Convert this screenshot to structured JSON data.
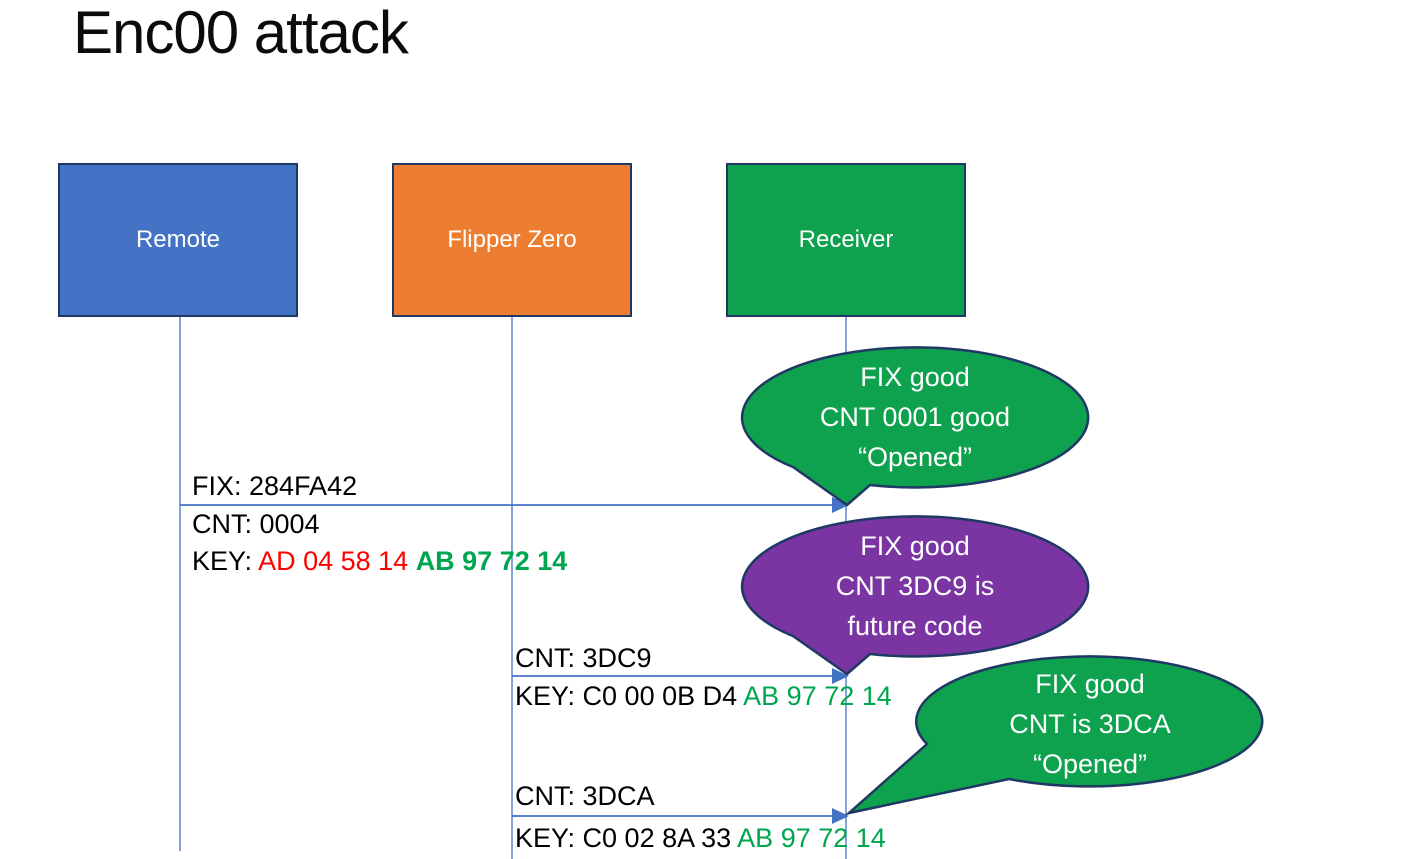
{
  "title": "Enc00 attack",
  "colors": {
    "blue": "#4472C4",
    "orange": "#ED7D31",
    "green": "#0FA24E",
    "purple": "#7A35A3",
    "navy": "#1F3864",
    "arrow": "#4472C4",
    "red_text": "#FF0000",
    "green_text": "#00A64F",
    "black_text": "#000000"
  },
  "actors": [
    {
      "id": "remote",
      "label": "Remote",
      "color": "#4472C4"
    },
    {
      "id": "flipper",
      "label": "Flipper Zero",
      "color": "#ED7D31"
    },
    {
      "id": "receiver",
      "label": "Receiver",
      "color": "#0FA24E"
    }
  ],
  "messages": [
    {
      "from": "Remote",
      "to": "Receiver",
      "above": "FIX: 284FA42",
      "line2": "CNT: 0004",
      "key_prefix": "KEY: ",
      "key_red": "AD 04 58 14 ",
      "key_green": "AB 97 72 14"
    },
    {
      "from": "Flipper Zero",
      "to": "Receiver",
      "above": "CNT: 3DC9",
      "key_prefix": "KEY: C0 00 0B D4 ",
      "key_green": "AB 97 72 14"
    },
    {
      "from": "Flipper Zero",
      "to": "Receiver",
      "above": "CNT: 3DCA",
      "key_prefix": "KEY: C0 02 8A 33 ",
      "key_green": "AB 97 72 14"
    }
  ],
  "bubbles": [
    {
      "color": "green",
      "line1": "FIX good",
      "line2": "CNT 0001 good",
      "line3": "“Opened”"
    },
    {
      "color": "purple",
      "line1": "FIX good",
      "line2": "CNT 3DC9 is",
      "line3": "future code"
    },
    {
      "color": "green",
      "line1": "FIX good",
      "line2": "CNT is 3DCA",
      "line3": "“Opened”"
    }
  ]
}
